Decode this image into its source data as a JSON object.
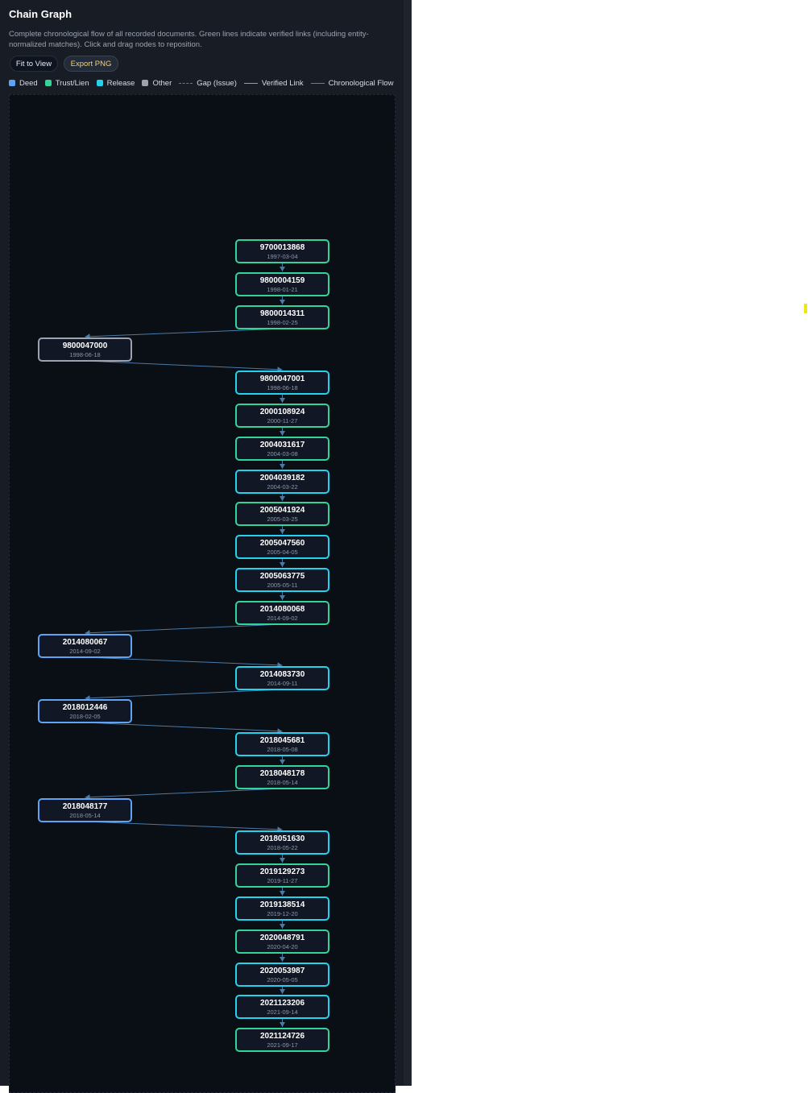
{
  "panel": {
    "title": "Chain Graph",
    "description": "Complete chronological flow of all recorded documents. Green lines indicate verified links (including entity-normalized matches). Click and drag nodes to reposition.",
    "buttons": {
      "fit": "Fit to View",
      "export": "Export PNG"
    }
  },
  "legend": [
    {
      "label": "Deed",
      "kind": "swatch",
      "color": "#5fa3f5"
    },
    {
      "label": "Trust/Lien",
      "kind": "swatch",
      "color": "#34d399"
    },
    {
      "label": "Release",
      "kind": "swatch",
      "color": "#22d3ee"
    },
    {
      "label": "Other",
      "kind": "swatch",
      "color": "#9ca3af"
    },
    {
      "label": "Gap (Issue)",
      "kind": "dashed",
      "color": "#ef4444"
    },
    {
      "label": "Verified Link",
      "kind": "line",
      "color": "#34d399"
    },
    {
      "label": "Chronological Flow",
      "kind": "line",
      "color": "#5b7faa"
    }
  ],
  "colors": {
    "deed": "#5fa3f5",
    "trust": "#34d399",
    "release": "#22d3ee",
    "other": "#9ca3af",
    "flow": "#4b7aa6"
  },
  "nodes": [
    {
      "num": "9700013868",
      "date": "1997-03-04",
      "type": "trust",
      "lane": "right"
    },
    {
      "num": "9800004159",
      "date": "1998-01-21",
      "type": "trust",
      "lane": "right"
    },
    {
      "num": "9800014311",
      "date": "1998-02-25",
      "type": "trust",
      "lane": "right"
    },
    {
      "num": "9800047000",
      "date": "1998-06-18",
      "type": "other",
      "lane": "left"
    },
    {
      "num": "9800047001",
      "date": "1998-06-18",
      "type": "release",
      "lane": "right"
    },
    {
      "num": "2000108924",
      "date": "2000-11-27",
      "type": "trust",
      "lane": "right"
    },
    {
      "num": "2004031617",
      "date": "2004-03-08",
      "type": "trust",
      "lane": "right"
    },
    {
      "num": "2004039182",
      "date": "2004-03-22",
      "type": "release",
      "lane": "right"
    },
    {
      "num": "2005041924",
      "date": "2005-03-25",
      "type": "trust",
      "lane": "right"
    },
    {
      "num": "2005047560",
      "date": "2005-04-05",
      "type": "release",
      "lane": "right"
    },
    {
      "num": "2005063775",
      "date": "2005-05-11",
      "type": "release",
      "lane": "right"
    },
    {
      "num": "2014080068",
      "date": "2014-09-02",
      "type": "trust",
      "lane": "right"
    },
    {
      "num": "2014080067",
      "date": "2014-09-02",
      "type": "deed",
      "lane": "left"
    },
    {
      "num": "2014083730",
      "date": "2014-09-11",
      "type": "release",
      "lane": "right"
    },
    {
      "num": "2018012446",
      "date": "2018-02-05",
      "type": "deed",
      "lane": "left"
    },
    {
      "num": "2018045681",
      "date": "2018-05-08",
      "type": "release",
      "lane": "right"
    },
    {
      "num": "2018048178",
      "date": "2018-05-14",
      "type": "trust",
      "lane": "right"
    },
    {
      "num": "2018048177",
      "date": "2018-05-14",
      "type": "deed",
      "lane": "left"
    },
    {
      "num": "2018051630",
      "date": "2018-05-22",
      "type": "release",
      "lane": "right"
    },
    {
      "num": "2019129273",
      "date": "2019-11-27",
      "type": "trust",
      "lane": "right"
    },
    {
      "num": "2019138514",
      "date": "2019-12-20",
      "type": "release",
      "lane": "right"
    },
    {
      "num": "2020048791",
      "date": "2020-04-20",
      "type": "trust",
      "lane": "right"
    },
    {
      "num": "2020053987",
      "date": "2020-05-05",
      "type": "release",
      "lane": "right"
    },
    {
      "num": "2021123206",
      "date": "2021-09-14",
      "type": "release",
      "lane": "right"
    },
    {
      "num": "2021124726",
      "date": "2021-09-17",
      "type": "trust",
      "lane": "right"
    }
  ]
}
